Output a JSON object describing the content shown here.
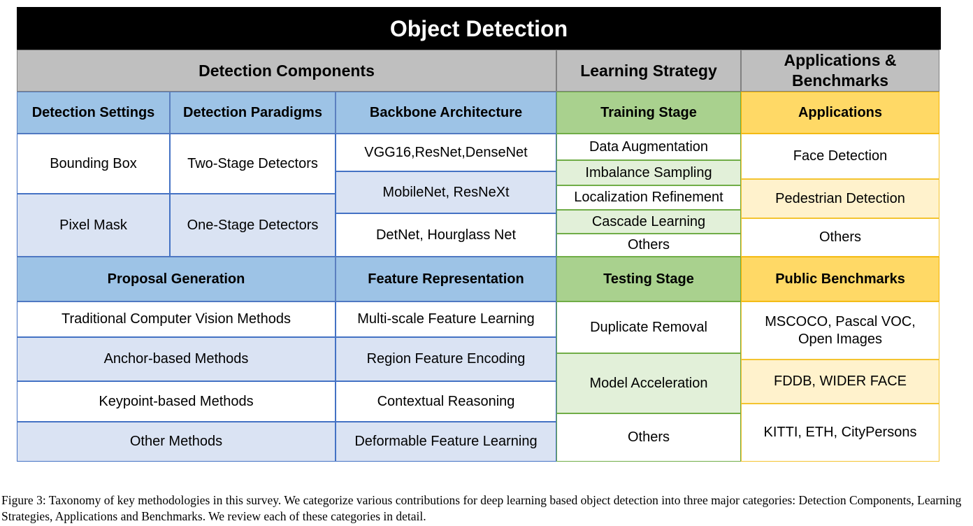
{
  "title": "Object Detection",
  "headers": {
    "detection_components": "Detection Components",
    "learning_strategy": "Learning Strategy",
    "applications_benchmarks": "Applications & Benchmarks"
  },
  "detection_components": {
    "settings_header": "Detection Settings",
    "settings": [
      "Bounding Box",
      "Pixel Mask"
    ],
    "paradigms_header": "Detection Paradigms",
    "paradigms": [
      "Two-Stage Detectors",
      "One-Stage Detectors"
    ],
    "backbone_header": "Backbone Architecture",
    "backbone": [
      "VGG16,ResNet,DenseNet",
      "MobileNet, ResNeXt",
      "DetNet, Hourglass Net"
    ],
    "proposal_header": "Proposal Generation",
    "proposal": [
      "Traditional Computer Vision Methods",
      "Anchor-based Methods",
      "Keypoint-based Methods",
      "Other Methods"
    ],
    "feature_header": "Feature Representation",
    "feature": [
      "Multi-scale Feature Learning",
      "Region Feature Encoding",
      "Contextual Reasoning",
      "Deformable Feature Learning"
    ]
  },
  "learning_strategy": {
    "training_header": "Training Stage",
    "training": [
      "Data Augmentation",
      "Imbalance Sampling",
      "Localization Refinement",
      "Cascade Learning",
      "Others"
    ],
    "testing_header": "Testing Stage",
    "testing": [
      "Duplicate Removal",
      "Model Acceleration",
      "Others"
    ]
  },
  "applications_benchmarks": {
    "applications_header": "Applications",
    "applications": [
      "Face Detection",
      "Pedestrian Detection",
      "Others"
    ],
    "benchmarks_header": "Public Benchmarks",
    "benchmarks": [
      "MSCOCO, Pascal VOC, Open Images",
      "FDDB, WIDER FACE",
      "KITTI, ETH, CityPersons"
    ]
  },
  "caption": "Figure 3: Taxonomy of key methodologies in this survey. We categorize various contributions for deep learning based object detection into three major categories: Detection Components, Learning Strategies, Applications and Benchmarks. We review each of these categories in detail.",
  "colors": {
    "title_bg": "#000000",
    "section_header": "#bfbfbf",
    "components_header": "#9dc3e6",
    "components_light": "#dae3f3",
    "learning_header": "#a9d18e",
    "learning_light": "#e2f0d9",
    "applications_header": "#ffd966",
    "applications_light": "#fff2cc"
  }
}
